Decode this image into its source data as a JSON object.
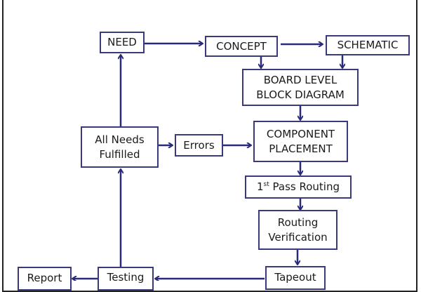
{
  "diagram": {
    "line_color": "#2a2a7a",
    "nodes": {
      "need": "NEED",
      "concept": "CONCEPT",
      "schematic": "SCHEMATIC",
      "board_line1": "BOARD LEVEL",
      "board_line2": "BLOCK DIAGRAM",
      "component_line1": "COMPONENT",
      "component_line2": "PLACEMENT",
      "first_pass_num": "1",
      "first_pass_sup": "st",
      "first_pass_rest": " Pass Routing",
      "routing_line1": "Routing",
      "routing_line2": "Verification",
      "tapeout": "Tapeout",
      "testing": "Testing",
      "report": "Report",
      "all_needs_line1": "All Needs",
      "all_needs_line2": "Fulfilled",
      "errors": "Errors"
    }
  }
}
